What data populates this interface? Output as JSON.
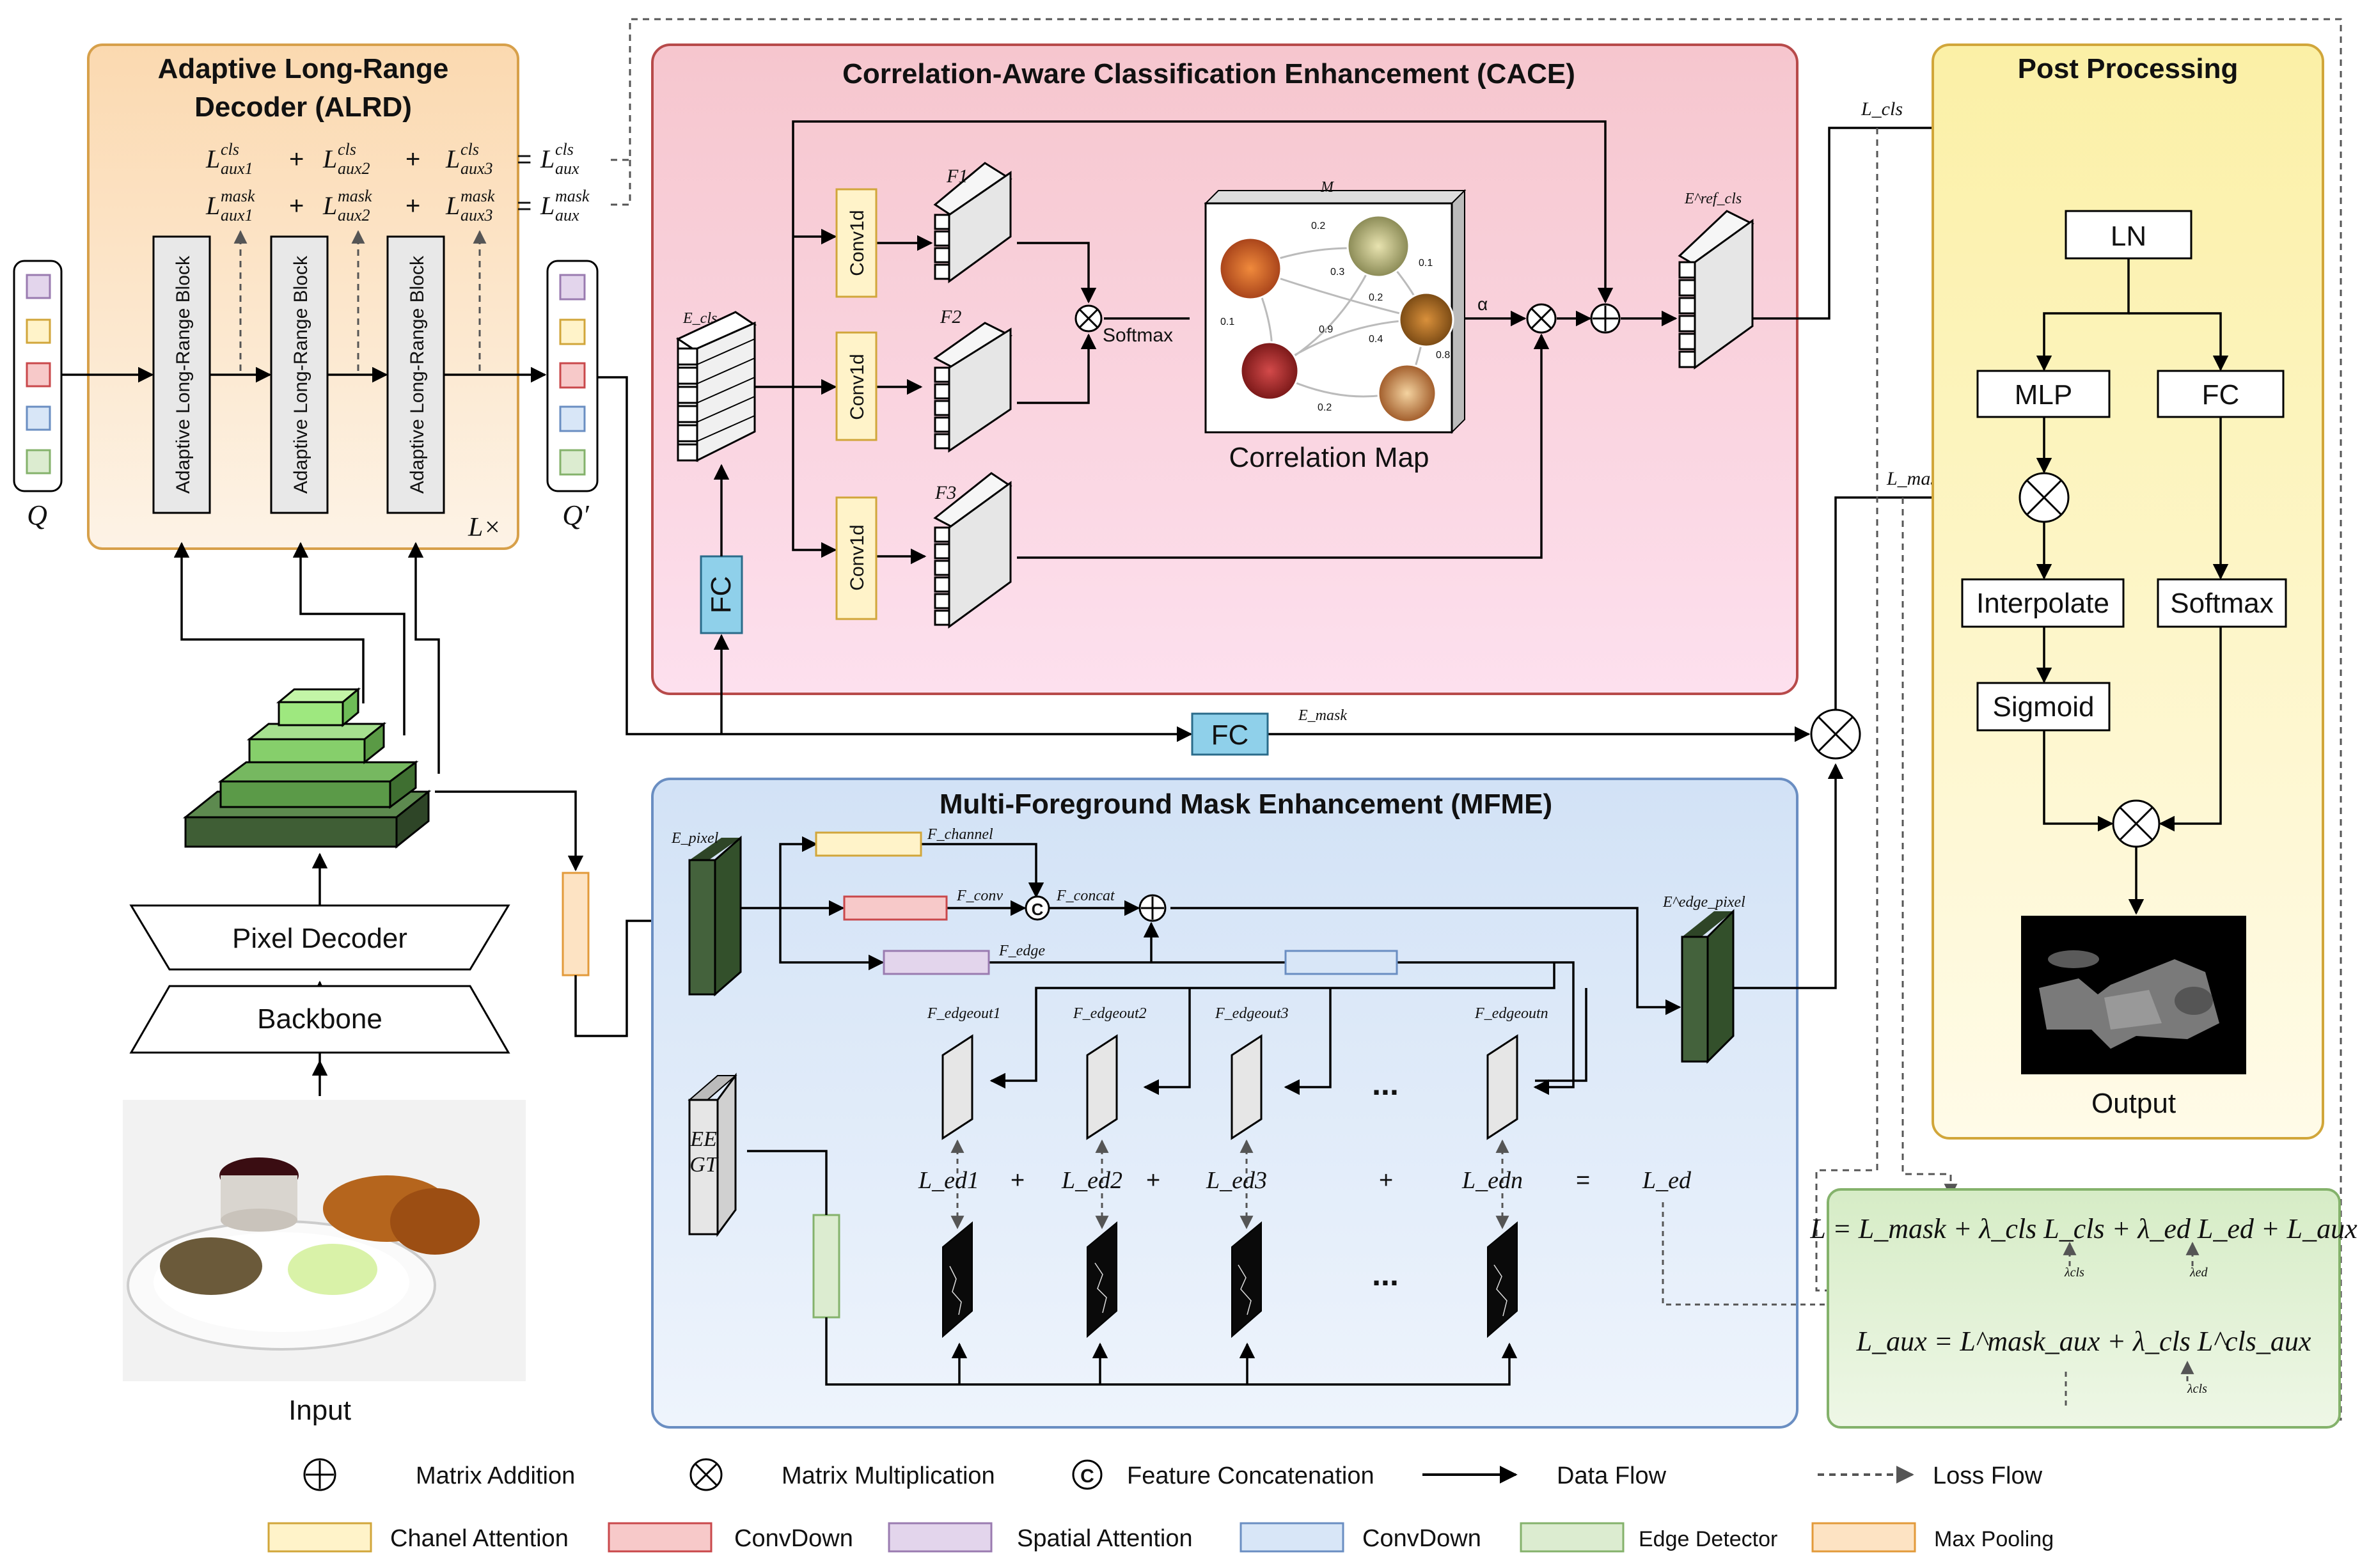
{
  "diagram": {
    "alrd": {
      "title_line1": "Adaptive Long-Range",
      "title_line2": "Decoder (ALRD)",
      "block_label": "Adaptive Long-Range Block",
      "repeat": "L×",
      "cls_loss_line": [
        "L^cls_aux1",
        "+",
        "L^cls_aux2",
        "+",
        "L^cls_aux3",
        "=",
        "L^cls_aux"
      ],
      "mask_loss_line": [
        "L^mask_aux1",
        "+",
        "L^mask_aux2",
        "+",
        "L^mask_aux3",
        "=",
        "L^mask_aux"
      ]
    },
    "queries": {
      "in": "Q",
      "out": "Q′"
    },
    "cace": {
      "title": "Correlation-Aware Classification Enhancement (CACE)",
      "conv_label": "Conv1d",
      "features": [
        "F1",
        "F2",
        "F3"
      ],
      "e_cls": "E_cls",
      "e_cls_ref": "E^ref_cls",
      "softmax": "Softmax",
      "m_label": "M",
      "alpha": "α",
      "corr_map": "Correlation Map",
      "fc": "FC",
      "edge_weights": [
        "0.2",
        "0.3",
        "0.1",
        "0.2",
        "0.1",
        "0.9",
        "0.4",
        "0.8",
        "0.2"
      ]
    },
    "mfme": {
      "title": "Multi-Foreground Mask Enhancement (MFME)",
      "e_pixel": "E_pixel",
      "e_pixel_edge": "E^edge_pixel",
      "f_channel": "F_channel",
      "f_conv": "F_conv",
      "f_edge": "F_edge",
      "f_concat": "F_concat",
      "edge_outs": [
        "F_edgeout1",
        "F_edgeout2",
        "F_edgeout3",
        "F_edgeoutn"
      ],
      "losses": [
        "L_ed1",
        "L_ed2",
        "L_ed3",
        "L_edn"
      ],
      "plus": "+",
      "equals": "=",
      "total": "L_ed",
      "dots": "...",
      "ee_gt": [
        "EE",
        "GT"
      ]
    },
    "left": {
      "pixel_decoder": "Pixel Decoder",
      "backbone": "Backbone",
      "input": "Input"
    },
    "middle": {
      "fc": "FC",
      "e_mask": "E_mask",
      "l_cls": "L_cls",
      "l_mask": "L_mask"
    },
    "post": {
      "title": "Post Processing",
      "ln": "LN",
      "mlp": "MLP",
      "fc": "FC",
      "interpolate": "Interpolate",
      "softmax": "Softmax",
      "sigmoid": "Sigmoid",
      "output": "Output"
    },
    "loss_box": {
      "eq1": "L = L_mask + λ_cls L_cls + λ_ed L_ed + L_aux",
      "eq2": "L_aux = L^mask_aux + λ_cls L^cls_aux",
      "lambda_cls": "λcls",
      "lambda_ed": "λed"
    },
    "legend": {
      "row1": [
        "Matrix Addition",
        "Matrix Multiplication",
        "Feature Concatenation",
        "Data Flow",
        "Loss Flow"
      ],
      "row2": [
        "Chanel Attention",
        "ConvDown",
        "Spatial Attention",
        "ConvDown",
        "Edge Detector",
        "Max Pooling"
      ],
      "concat_symbol": "C"
    },
    "colors": {
      "alrd_bg": "#fde8cf",
      "cace_bg": "#f9cfd8",
      "mfme_bg": "#dce8f7",
      "post_bg": "#fdf5c7",
      "loss_bg": "#e3f2d5",
      "channel_attention": "#fff3c9",
      "convdown_red": "#f7c9c9",
      "spatial_attention": "#e3d5ec",
      "convdown_blue": "#d8e6f7",
      "edge_detector": "#dcecd0",
      "max_pooling": "#fde3c3",
      "fc": "#8fd0ea",
      "dark_green": "#44623c"
    }
  }
}
